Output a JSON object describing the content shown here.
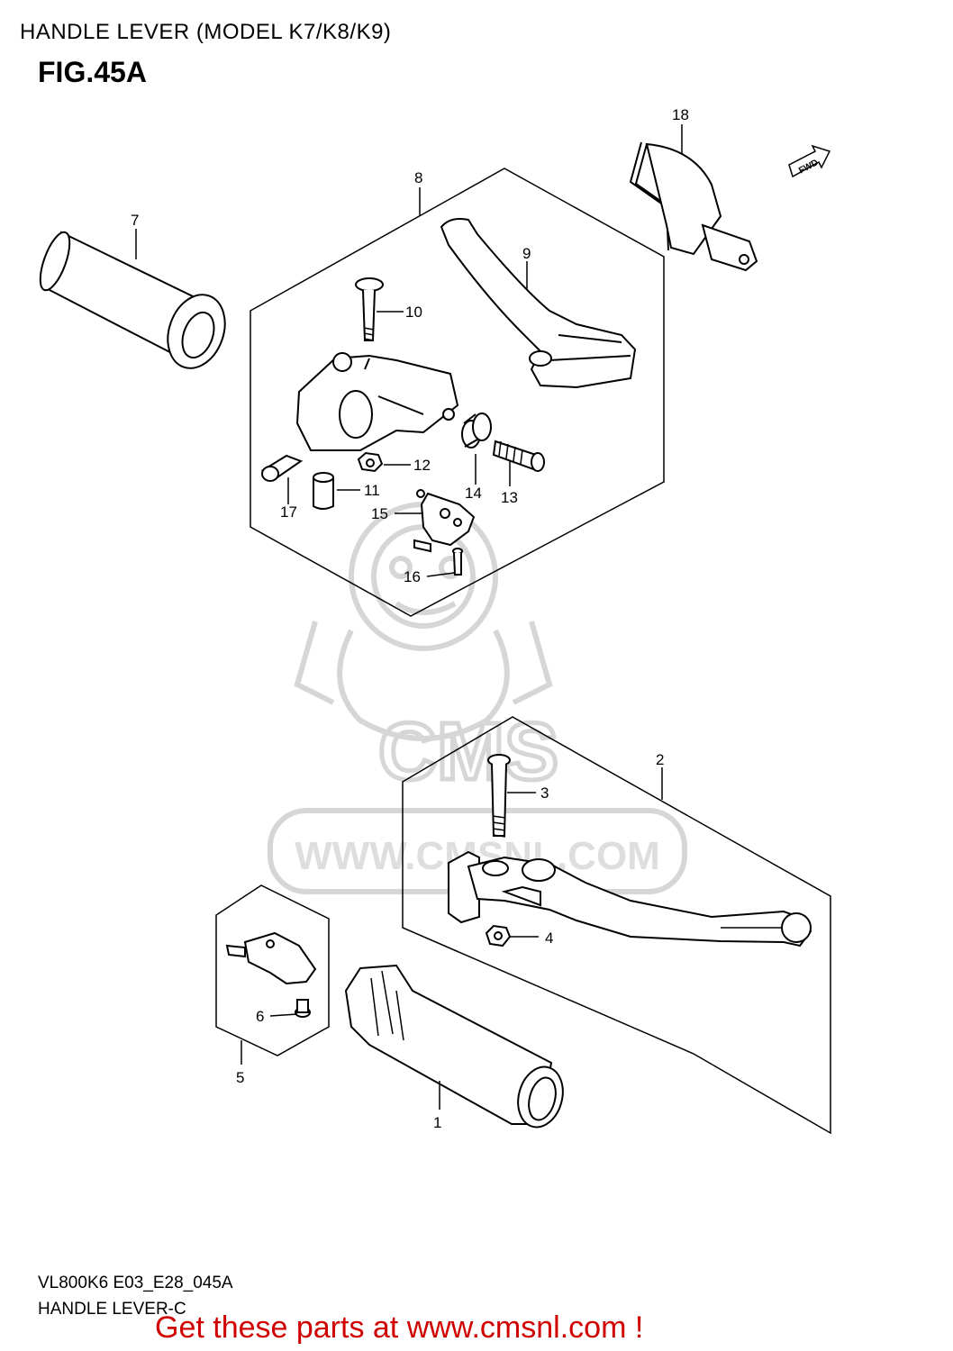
{
  "page": {
    "title": "HANDLE LEVER (MODEL K7/K8/K9)",
    "figure": "FIG.45A",
    "drawing_code": "VL800K6 E03_E28_045A",
    "subtitle": "HANDLE LEVER-C",
    "promo": "Get these parts at www.cmsnl.com !"
  },
  "direction_badge": "FWD",
  "watermark": {
    "brand": "CMS",
    "url": "WWW.CMSNL.COM"
  },
  "callouts": [
    "1",
    "2",
    "3",
    "4",
    "5",
    "6",
    "7",
    "8",
    "9",
    "10",
    "11",
    "12",
    "13",
    "14",
    "15",
    "16",
    "17",
    "18"
  ],
  "colors": {
    "promo": "#d00000",
    "watermark": "#dcdcdc",
    "line": "#000000"
  }
}
